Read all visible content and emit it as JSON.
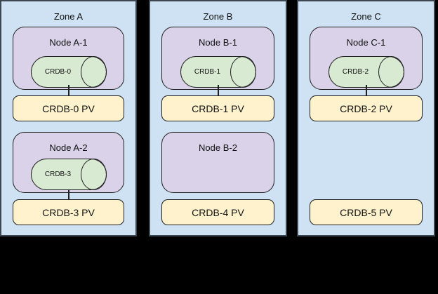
{
  "diagram_title": "",
  "colors": {
    "background": "#000000",
    "zone_fill": "#cfe2f3",
    "node_fill": "#d9d2e9",
    "cylinder_fill": "#d9ead3",
    "pv_fill": "#fff2cc",
    "border": "#1f1f1f",
    "zone_border": "#3c4650",
    "text": "#111111"
  },
  "zones": [
    {
      "title": "Zone A",
      "slots": [
        {
          "node_title": "Node A-1",
          "cylinder_label": "CRDB-0",
          "pv_label": "CRDB-0 PV",
          "has_node": true,
          "has_cylinder": true,
          "has_connector": true
        },
        {
          "node_title": "Node A-2",
          "cylinder_label": "CRDB-3",
          "pv_label": "CRDB-3 PV",
          "has_node": true,
          "has_cylinder": true,
          "has_connector": true
        }
      ]
    },
    {
      "title": "Zone B",
      "slots": [
        {
          "node_title": "Node B-1",
          "cylinder_label": "CRDB-1",
          "pv_label": "CRDB-1 PV",
          "has_node": true,
          "has_cylinder": true,
          "has_connector": true
        },
        {
          "node_title": "Node B-2",
          "cylinder_label": null,
          "pv_label": "CRDB-4 PV",
          "has_node": true,
          "has_cylinder": false,
          "has_connector": false
        }
      ]
    },
    {
      "title": "Zone C",
      "slots": [
        {
          "node_title": "Node C-1",
          "cylinder_label": "CRDB-2",
          "pv_label": "CRDB-2 PV",
          "has_node": true,
          "has_cylinder": true,
          "has_connector": true
        },
        {
          "node_title": null,
          "cylinder_label": null,
          "pv_label": "CRDB-5 PV",
          "has_node": false,
          "has_cylinder": false,
          "has_connector": false
        }
      ]
    }
  ]
}
